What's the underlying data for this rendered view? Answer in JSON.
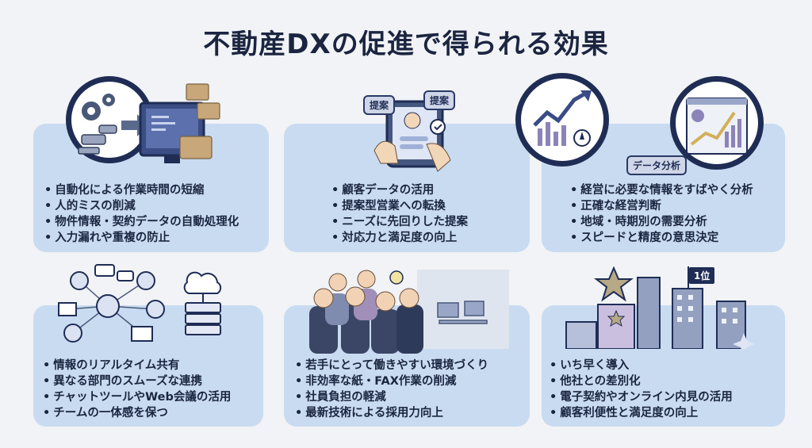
{
  "title": "不動産DXの促進で得られる効果",
  "cards": [
    {
      "items": [
        "自動化による作業時間の短縮",
        "人的ミスの削減",
        "物件情報・契約データの自動処理化",
        "入力漏れや重複の防止"
      ]
    },
    {
      "tags": [
        "提案",
        "提案"
      ],
      "items": [
        "顧客データの活用",
        "提案型営業への転換",
        "ニーズに先回りした提案",
        "対応力と満足度の向上"
      ]
    },
    {
      "tag": "データ分析",
      "items": [
        "経営に必要な情報をすばやく分析",
        "正確な経営判断",
        "地域・時期別の需要分析",
        "スピードと精度の意思決定"
      ]
    },
    {
      "items": [
        "情報のリアルタイム共有",
        "異なる部門のスムーズな連携",
        "チャットツールやWeb会議の活用",
        "チームの一体感を保つ"
      ]
    },
    {
      "items": [
        "若手にとって働きやすい環境づくり",
        "非効率な紙・FAX作業の削減",
        "社員負担の軽減",
        "最新技術による採用力向上"
      ]
    },
    {
      "badge": "1位",
      "items": [
        "いち早く導入",
        "他社との差別化",
        "電子契約やオンライン内見の活用",
        "顧客利便性と満足度の向上"
      ]
    }
  ],
  "icons": [
    "robot-arm-icon",
    "gear-icon",
    "monitor-icon",
    "folder-icon",
    "tablet-icon",
    "speech-bubble-icon",
    "line-chart-icon",
    "compass-icon",
    "network-icon",
    "cloud-icon",
    "server-icon",
    "team-photo",
    "lightbulb-icon",
    "star-icon",
    "podium-icon",
    "building-icon",
    "flag-icon",
    "sparkle-icon"
  ]
}
